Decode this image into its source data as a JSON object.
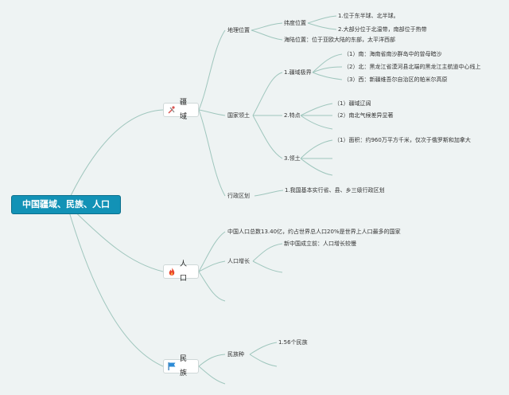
{
  "root": "中国疆域、民族、人口",
  "categories": {
    "territory": {
      "label": "疆域",
      "icon": "tools-icon"
    },
    "population": {
      "label": "人口",
      "icon": "flame-icon"
    },
    "ethnic": {
      "label": "民族",
      "icon": "flag-icon"
    }
  },
  "geo_location": {
    "label": "地理位置",
    "latlon": "纬度位置",
    "latlon_items": [
      "1.位于东半球、北半球。",
      "2.大部分位于北温带，南部位于热带"
    ],
    "sea_land": "海陆位置：位于亚欧大陆的东部，太平洋西部"
  },
  "territory_land": {
    "label": "国家领土",
    "extremes": "1.疆域极界",
    "extreme_items": [
      "（1）南：海南省南沙群岛中的曾母暗沙",
      "（2）北：黑龙江省漠河县北端的黑龙江主航道中心线上",
      "（3）西：新疆维吾尔自治区的帕米尔高原"
    ],
    "features": "2.特点",
    "feature_items": [
      "（1）疆域辽阔",
      "（2）南北气候差异显著"
    ],
    "land": "3.领土",
    "land_items": [
      "（1）面积：约960万平方千米，仅次于俄罗斯和加拿大"
    ]
  },
  "admin": {
    "label": "行政区划",
    "item": "1.我国基本实行省、县、乡三级行政区划"
  },
  "population": {
    "total": "中国人口总数13.40亿，约占世界总人口20%是世界上人口最多的国家",
    "growth": "人口增长",
    "growth_item": "新中国成立前：人口增长较慢"
  },
  "ethnic": {
    "label": "民族种",
    "item": "1.56个民族"
  }
}
